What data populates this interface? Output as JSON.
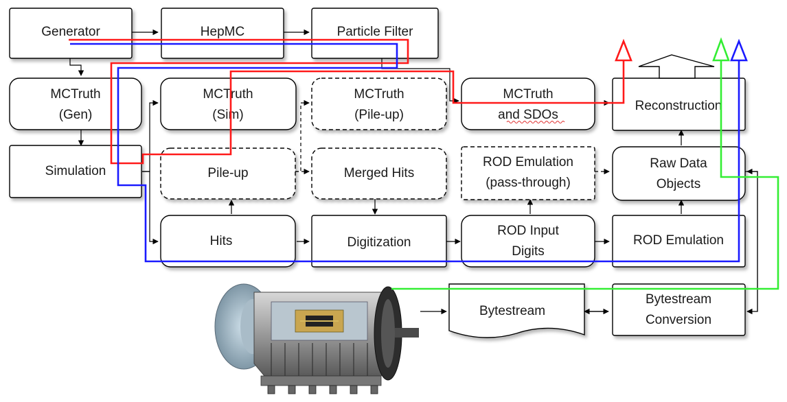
{
  "boxes": {
    "generator": "Generator",
    "hepmc": "HepMC",
    "particle_filter": "Particle Filter",
    "mctruth_gen": [
      "MCTruth",
      "(Gen)"
    ],
    "mctruth_sim": [
      "MCTruth",
      "(Sim)"
    ],
    "mctruth_pileup": [
      "MCTruth",
      "(Pile-up)"
    ],
    "mctruth_sdos": [
      "MCTruth",
      "and SDOs"
    ],
    "reconstruction": "Reconstruction",
    "simulation": "Simulation",
    "pileup": "Pile-up",
    "merged_hits": "Merged Hits",
    "rod_emulation_pass": [
      "ROD Emulation",
      "(pass-through)"
    ],
    "raw_data_objects": [
      "Raw Data",
      "Objects"
    ],
    "hits": "Hits",
    "digitization": "Digitization",
    "rod_input_digits": [
      "ROD Input",
      "Digits"
    ],
    "rod_emulation": "ROD Emulation",
    "bytestream": "Bytestream",
    "bytestream_conversion": [
      "Bytestream",
      "Conversion"
    ]
  },
  "colors": {
    "path_red": "#ff1a1a",
    "path_blue": "#1a1aff",
    "path_green": "#33ee33"
  },
  "icons": [
    "detector-image"
  ]
}
